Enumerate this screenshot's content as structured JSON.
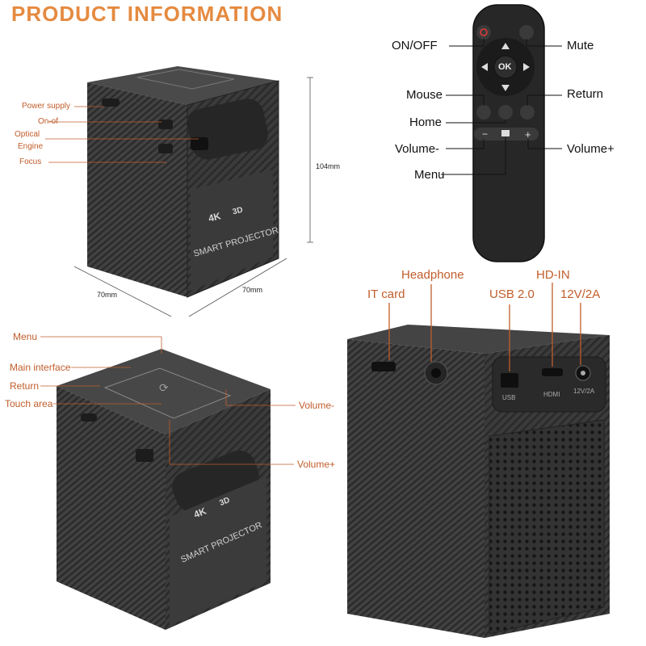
{
  "title": "PRODUCT INFORMATION",
  "panel1": {
    "labels": {
      "power_supply": "Power supply",
      "on_off": "On-of",
      "optical_1": "Optical",
      "optical_2": "Engine",
      "focus": "Focus"
    },
    "dims": {
      "height": "104mm",
      "width_left": "70mm",
      "width_right": "70mm"
    },
    "device_text": {
      "badge": "4K",
      "badge2": "3D",
      "brand": "SMART PROJECTOR"
    }
  },
  "remote": {
    "labels": {
      "on_off": "ON/OFF",
      "mute": "Mute",
      "mouse": "Mouse",
      "return": "Return",
      "home": "Home",
      "volume_minus": "Volume-",
      "volume_plus": "Volume+",
      "menu": "Menu"
    },
    "ok": "OK"
  },
  "panel3": {
    "labels": {
      "menu": "Menu",
      "main_interface": "Main interface",
      "return": "Return",
      "touch_area": "Touch area",
      "volume_minus": "Volume-",
      "volume_plus": "Volume+"
    },
    "device_text": {
      "badge": "4K",
      "badge2": "3D",
      "brand": "SMART PROJECTOR"
    }
  },
  "panel4": {
    "labels": {
      "it_card": "IT card",
      "headphone": "Headphone",
      "usb": "USB 2.0",
      "hdin": "HD-IN",
      "power": "12V/2A"
    },
    "port_text": {
      "usb": "USB",
      "hdmi": "HDMI",
      "dc": "12V/2A"
    }
  },
  "colors": {
    "accent": "#e58a3f",
    "label": "#c15d2b",
    "device": "#3a3a3a",
    "remote": "#2b2b2b"
  }
}
